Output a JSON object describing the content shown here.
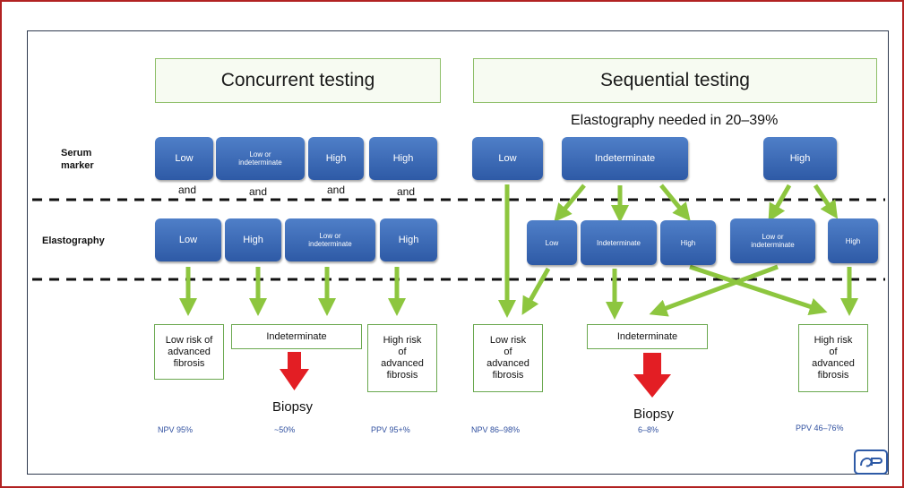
{
  "headers": {
    "concurrent": "Concurrent testing",
    "sequential": "Sequential testing"
  },
  "note": "Elastography needed in 20–39%",
  "row_labels": {
    "serum": "Serum\nmarker",
    "elastography": "Elastography"
  },
  "concurrent": {
    "serum": [
      "Low",
      "Low or\nindeterminate",
      "High",
      "High"
    ],
    "and": [
      "and",
      "and",
      "and",
      "and"
    ],
    "elasto": [
      "Low",
      "High",
      "Low or\nindeterminate",
      "High"
    ],
    "outcomes": [
      "Low risk of\nadvanced\nfibrosis",
      "Indeterminate",
      "High risk\nof\nadvanced\nfibrosis"
    ],
    "biopsy": "Biopsy",
    "stats": [
      "NPV 95%",
      "~50%",
      "PPV 95+%"
    ]
  },
  "sequential": {
    "serum": [
      "Low",
      "Indeterminate",
      "High"
    ],
    "elasto": [
      "Low",
      "Indeterminate",
      "High",
      "Low or\nindeterminate",
      "High"
    ],
    "outcomes": [
      "Low risk\nof\nadvanced\nfibrosis",
      "Indeterminate",
      "High risk\nof\nadvanced\nfibrosis"
    ],
    "biopsy": "Biopsy",
    "stats": [
      "NPV 86–98%",
      "6–8%",
      "PPV 46–76%"
    ]
  },
  "colors": {
    "box_blue": "#3b6cb7",
    "arrow_green": "#8dc63f",
    "biopsy_red": "#e31e24",
    "frame_red": "#b22222"
  },
  "icons": [
    "arrow-icon",
    "biopsy-arrow-icon",
    "logo-icon"
  ]
}
